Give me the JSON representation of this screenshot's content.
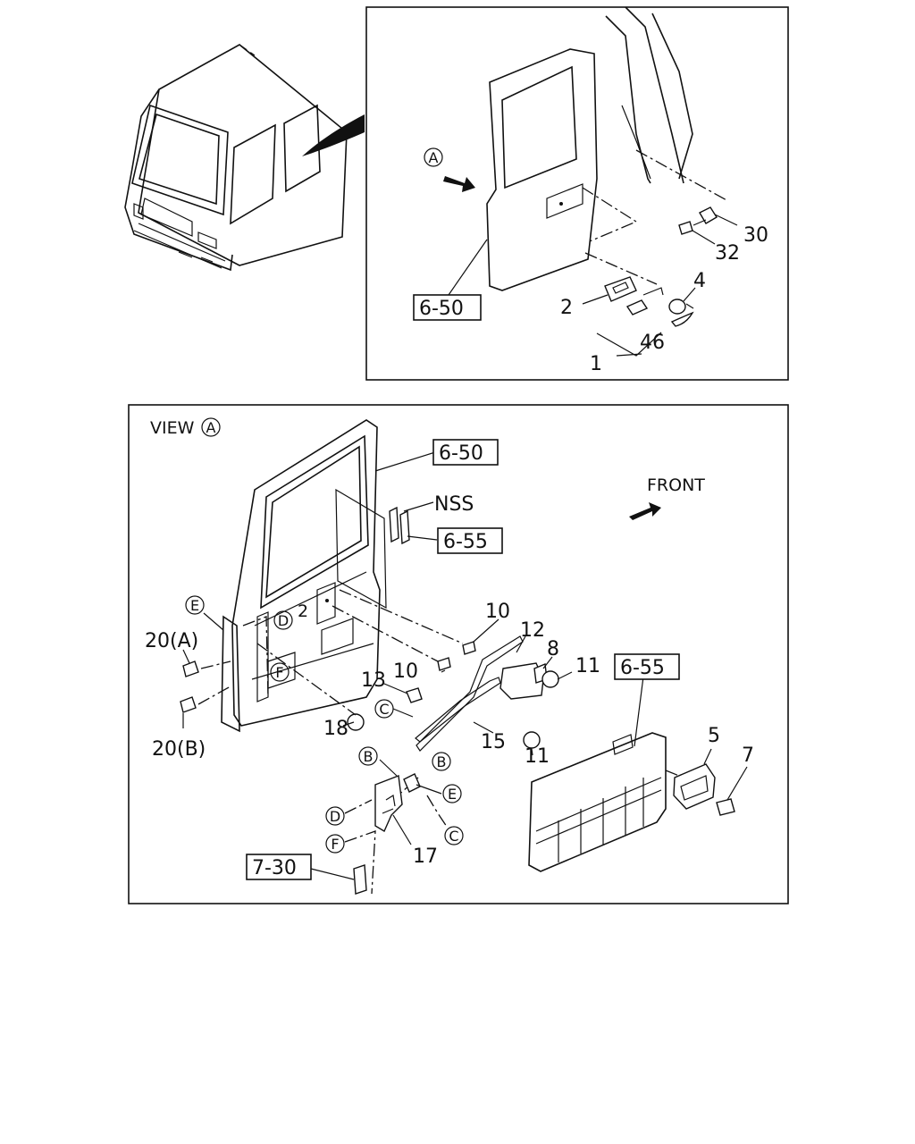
{
  "top_labels": {
    "view_marker": "A",
    "ref_door": "6-50",
    "p1": "1",
    "p2": "2",
    "p4": "4",
    "p46": "46",
    "p30": "30",
    "p32": "32"
  },
  "view": {
    "title": "VIEW",
    "marker": "A",
    "front": "FRONT",
    "nss": "NSS",
    "ref_door": "6-50",
    "ref_trim_a": "6-55",
    "ref_trim_b": "6-55",
    "ref_hinge": "7-30",
    "parts": {
      "p5": "5",
      "p7": "7",
      "p8": "8",
      "p10a": "10",
      "p10b": "10",
      "p11a": "11",
      "p11b": "11",
      "p12": "12",
      "p13": "13",
      "p15": "15",
      "p17": "17",
      "p18": "18",
      "p20a": "20(A)",
      "p20b": "20(B)"
    },
    "connectors": {
      "B1": "B",
      "B2": "B",
      "C1": "C",
      "C2": "C",
      "D1": "D",
      "D2": "D",
      "E1": "E",
      "E2": "E",
      "F1": "F",
      "F2": "F"
    }
  }
}
